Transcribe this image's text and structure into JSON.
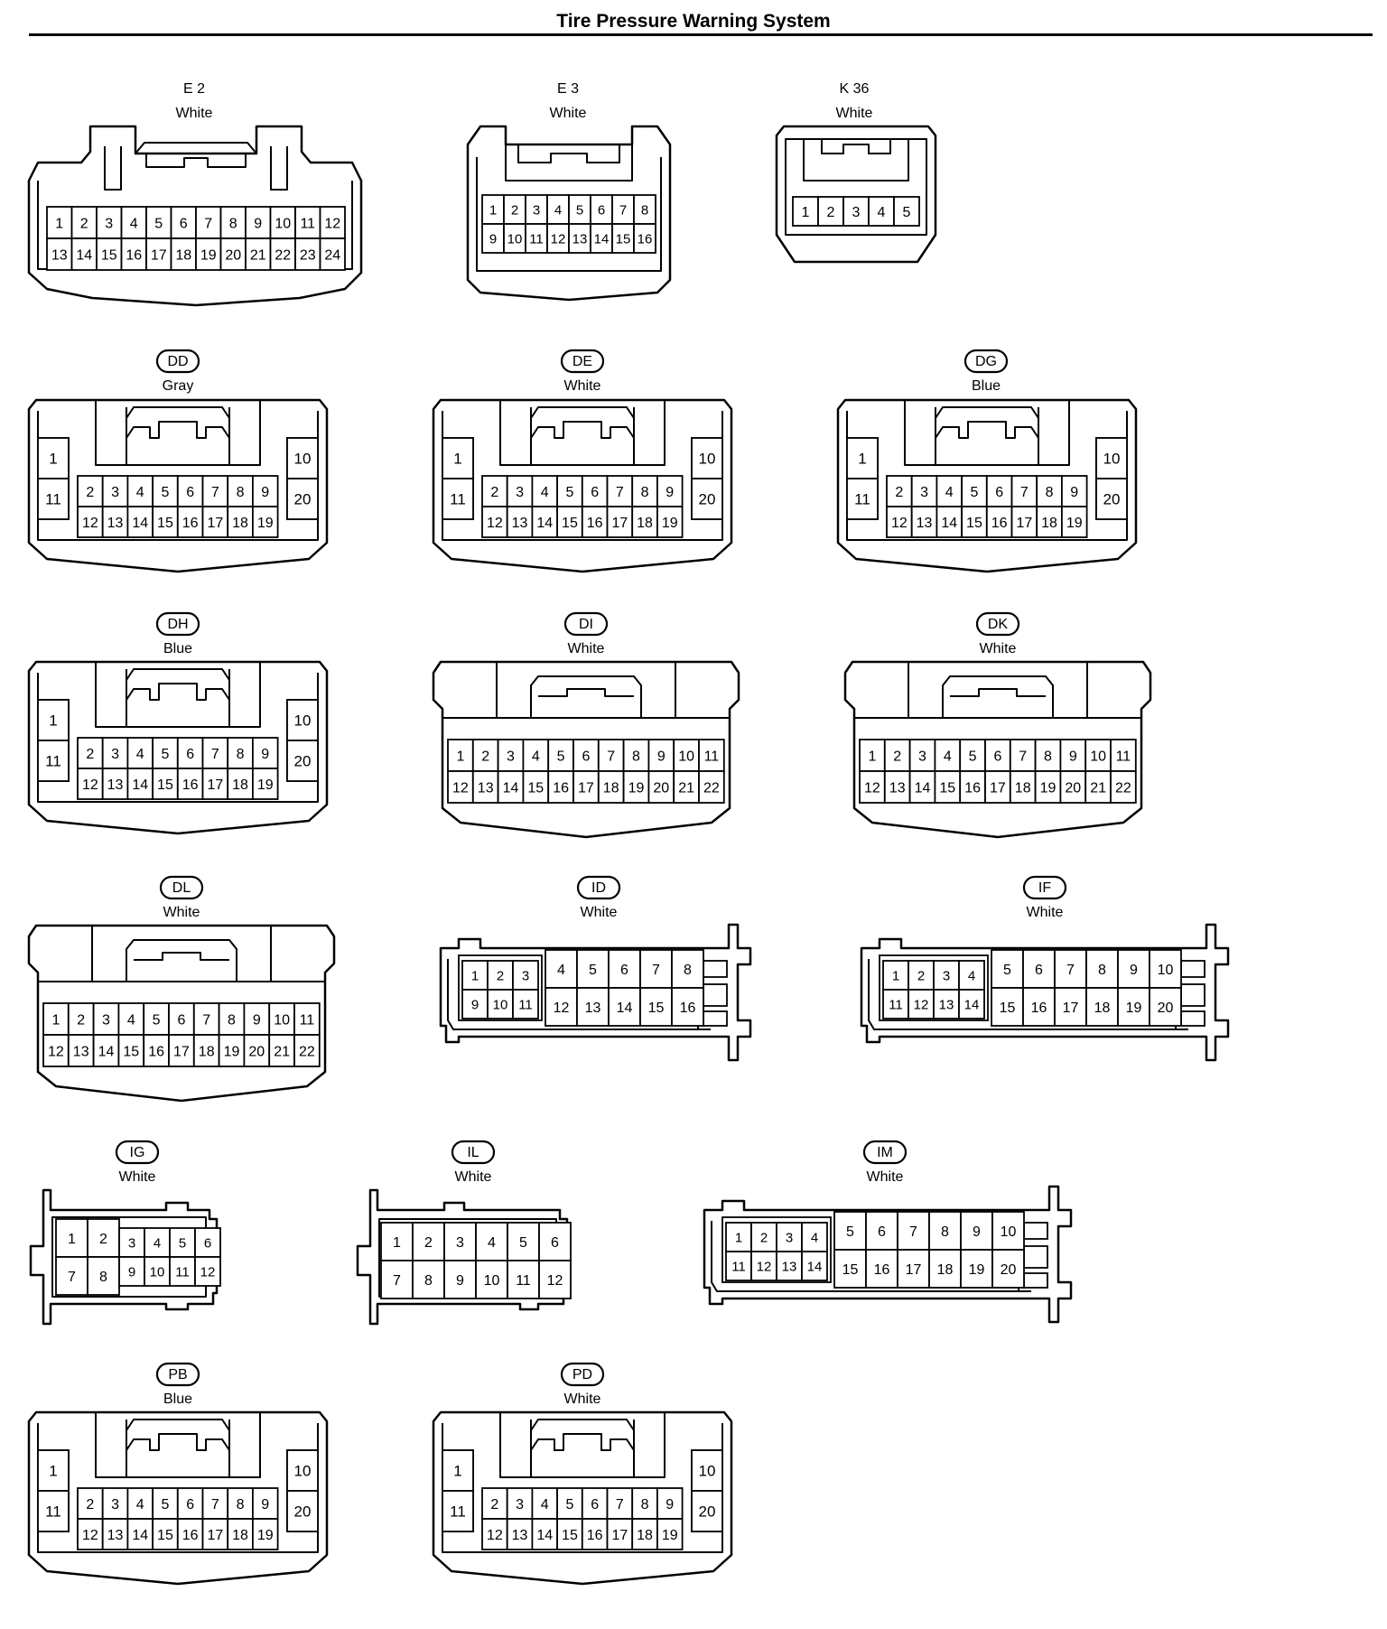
{
  "title": "Tire Pressure Warning System",
  "colors": {
    "ink": "#000000",
    "paper": "#ffffff"
  },
  "connectors": [
    {
      "id": "E 2",
      "color": "White",
      "badge": false,
      "style": "type-e2",
      "rows": [
        [
          "1",
          "2",
          "3",
          "4",
          "5",
          "6",
          "7",
          "8",
          "9",
          "10",
          "11",
          "12"
        ],
        [
          "13",
          "14",
          "15",
          "16",
          "17",
          "18",
          "19",
          "20",
          "21",
          "22",
          "23",
          "24"
        ]
      ]
    },
    {
      "id": "E 3",
      "color": "White",
      "badge": false,
      "style": "type-e3",
      "rows": [
        [
          "1",
          "2",
          "3",
          "4",
          "5",
          "6",
          "7",
          "8"
        ],
        [
          "9",
          "10",
          "11",
          "12",
          "13",
          "14",
          "15",
          "16"
        ]
      ]
    },
    {
      "id": "K 36",
      "color": "White",
      "badge": false,
      "style": "type-k36",
      "rows": [
        [
          "1",
          "2",
          "3",
          "4",
          "5"
        ]
      ]
    },
    {
      "id": "DD",
      "color": "Gray",
      "badge": true,
      "style": "type-20",
      "left": [
        "1",
        "11"
      ],
      "right": [
        "10",
        "20"
      ],
      "rows": [
        [
          "2",
          "3",
          "4",
          "5",
          "6",
          "7",
          "8",
          "9"
        ],
        [
          "12",
          "13",
          "14",
          "15",
          "16",
          "17",
          "18",
          "19"
        ]
      ]
    },
    {
      "id": "DE",
      "color": "White",
      "badge": true,
      "style": "type-20",
      "left": [
        "1",
        "11"
      ],
      "right": [
        "10",
        "20"
      ],
      "rows": [
        [
          "2",
          "3",
          "4",
          "5",
          "6",
          "7",
          "8",
          "9"
        ],
        [
          "12",
          "13",
          "14",
          "15",
          "16",
          "17",
          "18",
          "19"
        ]
      ]
    },
    {
      "id": "DG",
      "color": "Blue",
      "badge": true,
      "style": "type-20",
      "left": [
        "1",
        "11"
      ],
      "right": [
        "10",
        "20"
      ],
      "rows": [
        [
          "2",
          "3",
          "4",
          "5",
          "6",
          "7",
          "8",
          "9"
        ],
        [
          "12",
          "13",
          "14",
          "15",
          "16",
          "17",
          "18",
          "19"
        ]
      ]
    },
    {
      "id": "DH",
      "color": "Blue",
      "badge": true,
      "style": "type-20",
      "left": [
        "1",
        "11"
      ],
      "right": [
        "10",
        "20"
      ],
      "rows": [
        [
          "2",
          "3",
          "4",
          "5",
          "6",
          "7",
          "8",
          "9"
        ],
        [
          "12",
          "13",
          "14",
          "15",
          "16",
          "17",
          "18",
          "19"
        ]
      ]
    },
    {
      "id": "DI",
      "color": "White",
      "badge": true,
      "style": "type-22",
      "rows": [
        [
          "1",
          "2",
          "3",
          "4",
          "5",
          "6",
          "7",
          "8",
          "9",
          "10",
          "11"
        ],
        [
          "12",
          "13",
          "14",
          "15",
          "16",
          "17",
          "18",
          "19",
          "20",
          "21",
          "22"
        ]
      ]
    },
    {
      "id": "DK",
      "color": "White",
      "badge": true,
      "style": "type-22",
      "rows": [
        [
          "1",
          "2",
          "3",
          "4",
          "5",
          "6",
          "7",
          "8",
          "9",
          "10",
          "11"
        ],
        [
          "12",
          "13",
          "14",
          "15",
          "16",
          "17",
          "18",
          "19",
          "20",
          "21",
          "22"
        ]
      ]
    },
    {
      "id": "DL",
      "color": "White",
      "badge": true,
      "style": "type-22",
      "rows": [
        [
          "1",
          "2",
          "3",
          "4",
          "5",
          "6",
          "7",
          "8",
          "9",
          "10",
          "11"
        ],
        [
          "12",
          "13",
          "14",
          "15",
          "16",
          "17",
          "18",
          "19",
          "20",
          "21",
          "22"
        ]
      ]
    },
    {
      "id": "ID",
      "color": "White",
      "badge": true,
      "style": "type-i",
      "small": [
        [
          "1",
          "2",
          "3"
        ],
        [
          "9",
          "10",
          "11"
        ]
      ],
      "big": [
        [
          "4",
          "5",
          "6",
          "7",
          "8"
        ],
        [
          "12",
          "13",
          "14",
          "15",
          "16"
        ]
      ]
    },
    {
      "id": "IF",
      "color": "White",
      "badge": true,
      "style": "type-i",
      "small": [
        [
          "1",
          "2",
          "3",
          "4"
        ],
        [
          "11",
          "12",
          "13",
          "14"
        ]
      ],
      "big": [
        [
          "5",
          "6",
          "7",
          "8",
          "9",
          "10"
        ],
        [
          "15",
          "16",
          "17",
          "18",
          "19",
          "20"
        ]
      ]
    },
    {
      "id": "IG",
      "color": "White",
      "badge": true,
      "style": "type-ig",
      "big": [
        [
          "1",
          "2"
        ],
        [
          "7",
          "8"
        ]
      ],
      "small": [
        [
          "3",
          "4",
          "5",
          "6"
        ],
        [
          "9",
          "10",
          "11",
          "12"
        ]
      ]
    },
    {
      "id": "IL",
      "color": "White",
      "badge": true,
      "style": "type-il",
      "rows": [
        [
          "1",
          "2",
          "3",
          "4",
          "5",
          "6"
        ],
        [
          "7",
          "8",
          "9",
          "10",
          "11",
          "12"
        ]
      ]
    },
    {
      "id": "IM",
      "color": "White",
      "badge": true,
      "style": "type-i",
      "small": [
        [
          "1",
          "2",
          "3",
          "4"
        ],
        [
          "11",
          "12",
          "13",
          "14"
        ]
      ],
      "big": [
        [
          "5",
          "6",
          "7",
          "8",
          "9",
          "10"
        ],
        [
          "15",
          "16",
          "17",
          "18",
          "19",
          "20"
        ]
      ]
    },
    {
      "id": "PB",
      "color": "Blue",
      "badge": true,
      "style": "type-20",
      "left": [
        "1",
        "11"
      ],
      "right": [
        "10",
        "20"
      ],
      "rows": [
        [
          "2",
          "3",
          "4",
          "5",
          "6",
          "7",
          "8",
          "9"
        ],
        [
          "12",
          "13",
          "14",
          "15",
          "16",
          "17",
          "18",
          "19"
        ]
      ]
    },
    {
      "id": "PD",
      "color": "White",
      "badge": true,
      "style": "type-20",
      "left": [
        "1",
        "11"
      ],
      "right": [
        "10",
        "20"
      ],
      "rows": [
        [
          "2",
          "3",
          "4",
          "5",
          "6",
          "7",
          "8",
          "9"
        ],
        [
          "12",
          "13",
          "14",
          "15",
          "16",
          "17",
          "18",
          "19"
        ]
      ]
    }
  ]
}
